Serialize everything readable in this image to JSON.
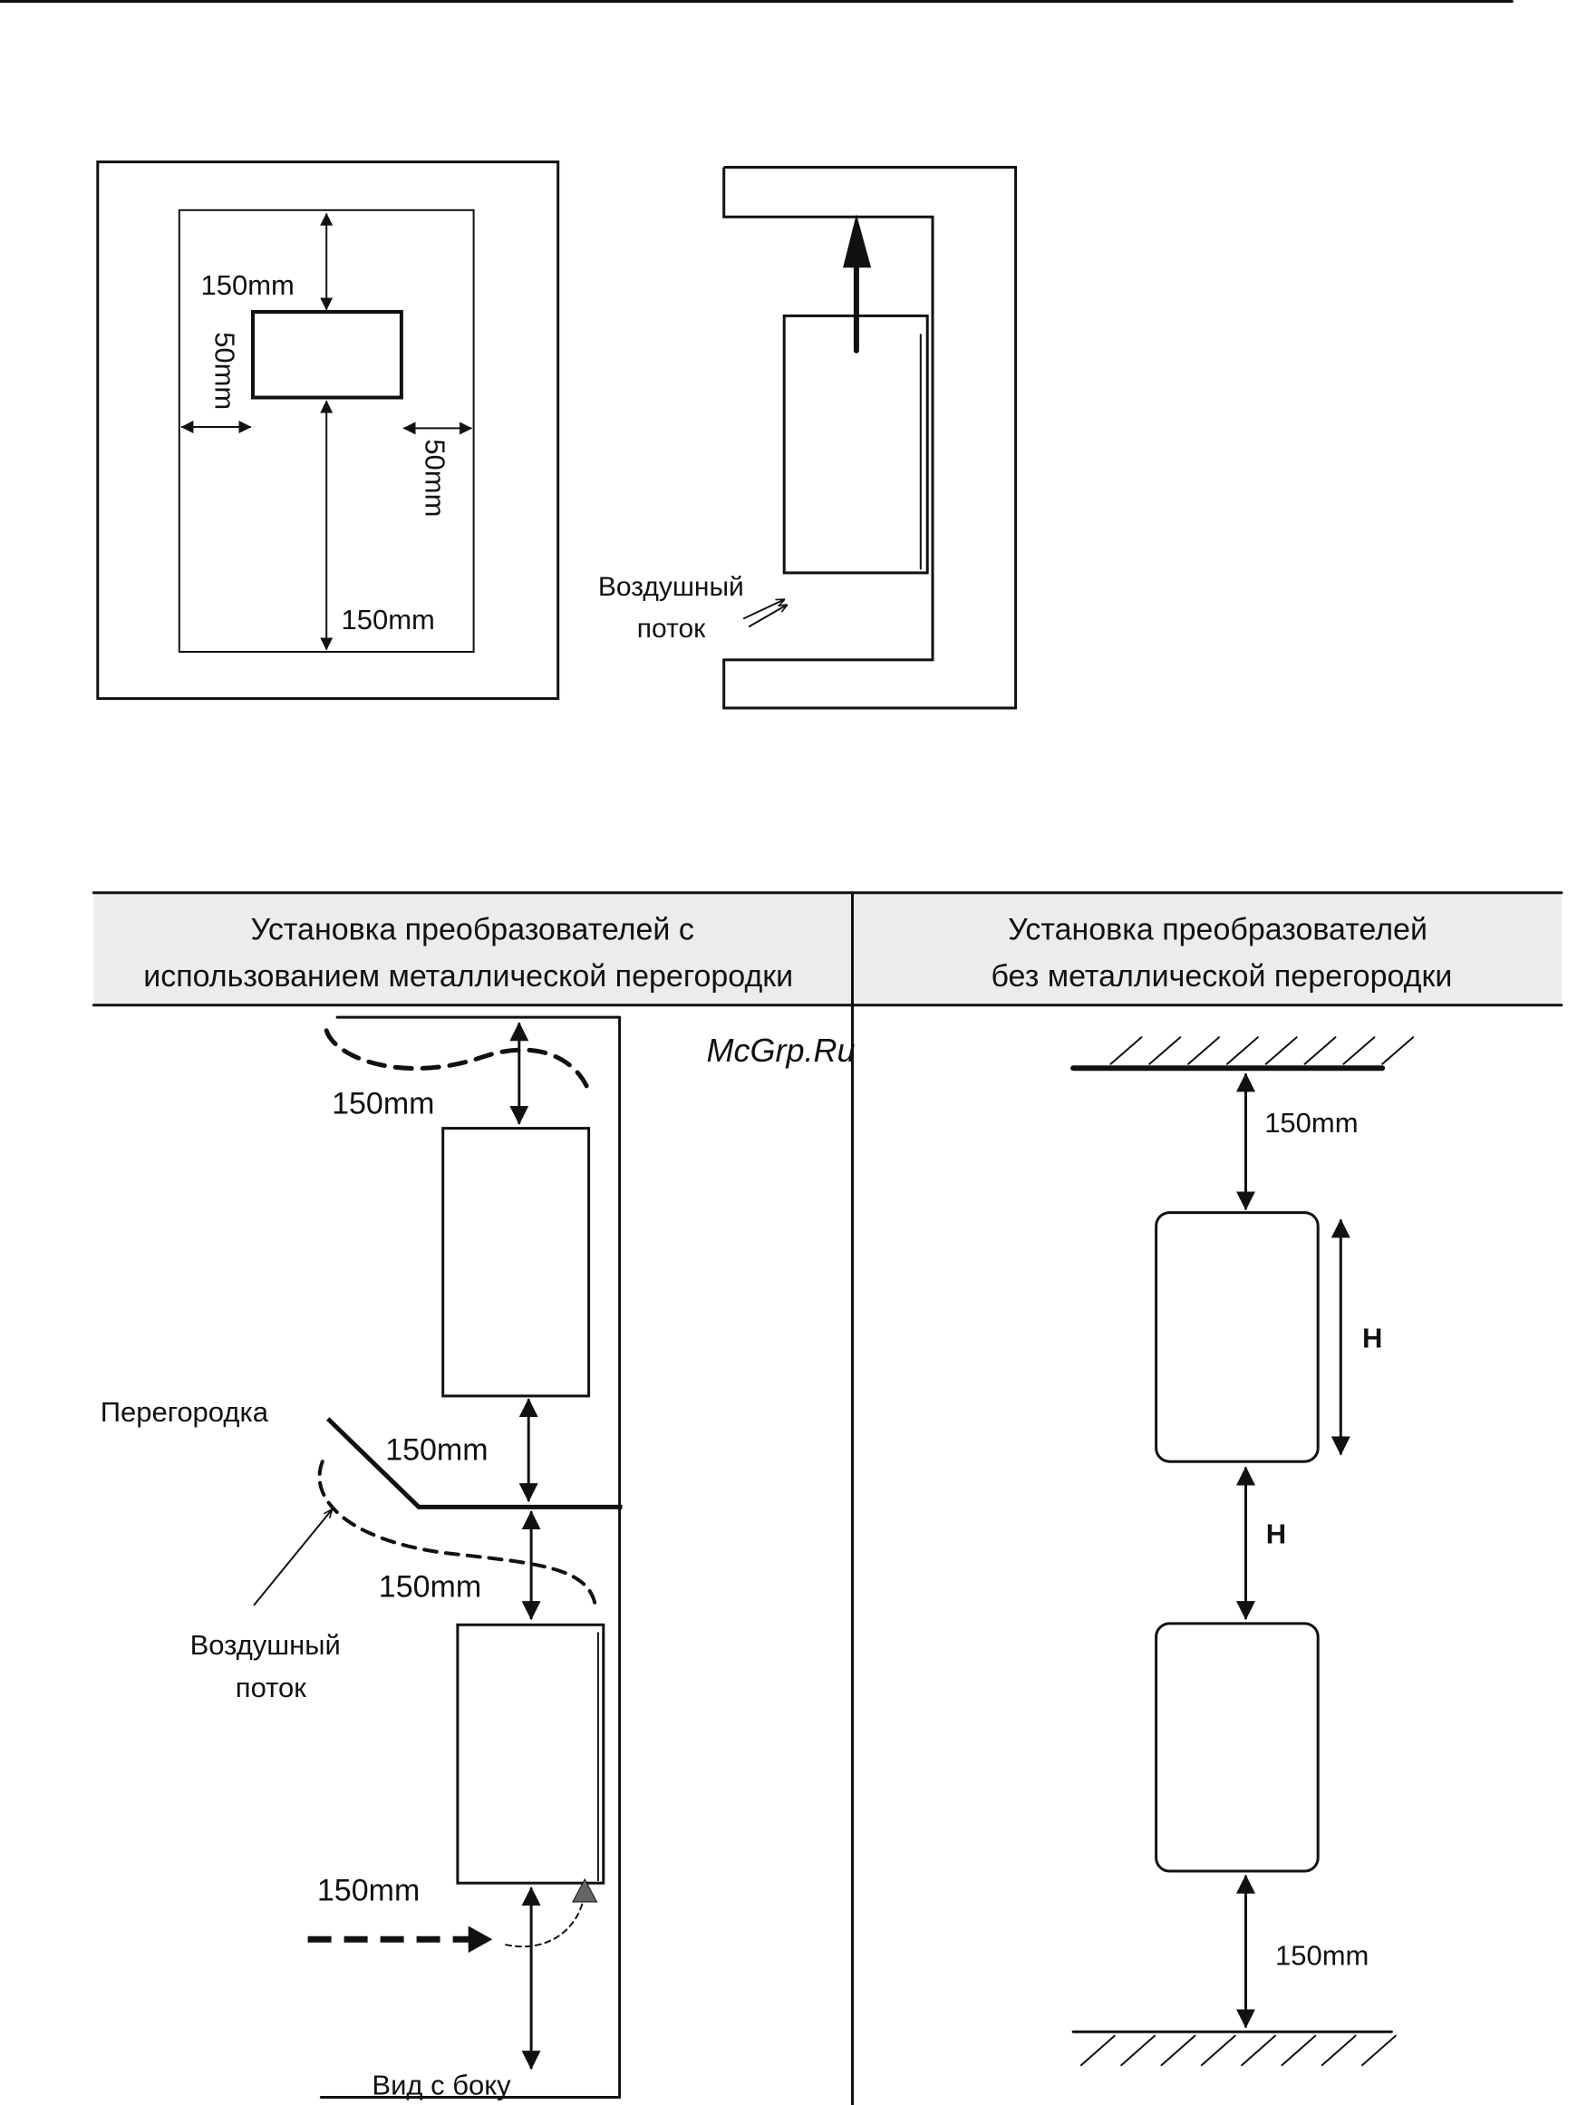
{
  "colors": {
    "line": "#111111",
    "header_bg": "#ececec",
    "watermark": "#e03030"
  },
  "watermark": "McGrp.Ru",
  "top_front": {
    "top_gap": "150mm",
    "bottom_gap": "150mm",
    "left_gap": "50mm",
    "right_gap": "50mm"
  },
  "top_side": {
    "air_label_1": "Воздушный",
    "air_label_2": "поток"
  },
  "table": {
    "col_left_title_1": "Установка преобразователей с",
    "col_left_title_2": "использованием металлической перегородки",
    "col_right_title_1": "Установка преобразователей",
    "col_right_title_2": "без металлической перегородки"
  },
  "left_panel": {
    "gap_top": "150mm",
    "gap_mid_upper": "150mm",
    "gap_mid_lower": "150mm",
    "gap_bottom": "150mm",
    "partition_label": "Перегородка",
    "air_label_1": "Воздушный",
    "air_label_2": "поток",
    "caption": "Вид с боку"
  },
  "right_panel": {
    "gap_top": "150mm",
    "height_label": "H",
    "gap_label": "H",
    "gap_bottom": "150mm"
  }
}
